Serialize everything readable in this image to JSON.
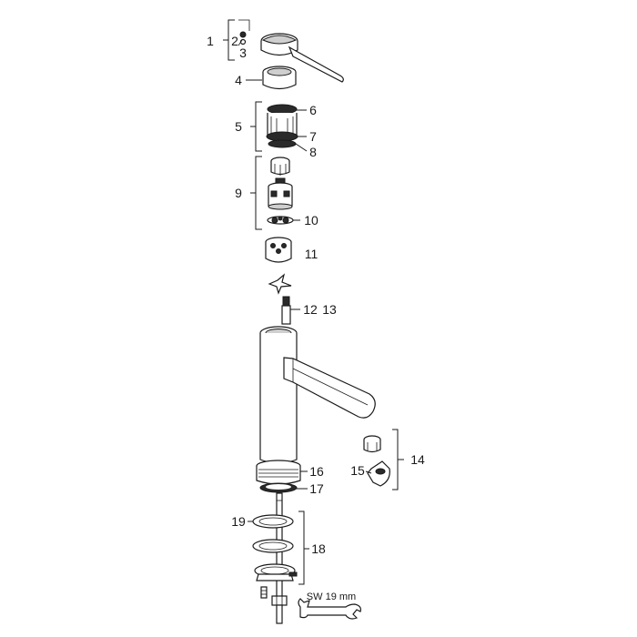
{
  "labels": {
    "p1": "1",
    "p2": "2",
    "p3": "3",
    "p4": "4",
    "p5": "5",
    "p6": "6",
    "p7": "7",
    "p8": "8",
    "p9": "9",
    "p10": "10",
    "p11": "11",
    "p12": "12",
    "p13": "13",
    "p14": "14",
    "p15": "15",
    "p16": "16",
    "p17": "17",
    "p18": "18",
    "p19": "19"
  },
  "wrench_text": "SW 19 mm"
}
